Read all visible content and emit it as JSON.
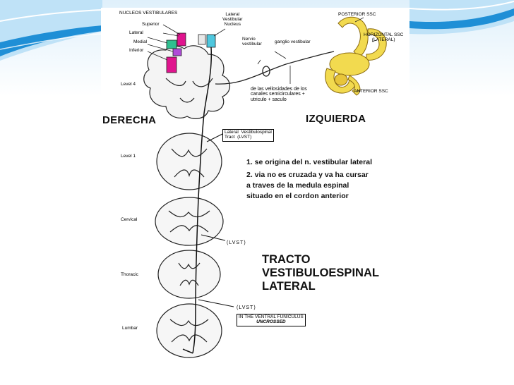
{
  "colors": {
    "slide_accent": "#1f8fd6",
    "slide_accent_light": "#a9d6f2",
    "ear_yellow": "#f2da4f",
    "nucleus_magenta": "#e0148e",
    "nucleus_green": "#2fbf8f",
    "nucleus_cyan": "#4ec7de",
    "nucleus_violet": "#b04ad8"
  },
  "figure": {
    "nuclei_title": "NUCLEOS VESTIBULARES",
    "nuclei_labels": [
      "Superior",
      "Lateral",
      "Medial",
      "Inferior"
    ],
    "lvn_label": "Lateral\nVestibular\nNucleus",
    "nerve_label": "Nervio\nvestibular",
    "ganglion_label": "ganglio vestibular",
    "posterior_ssc": "POSTERIOR SSC",
    "horizontal_ssc": "HORIZONTAL SSC\n(LATERAL)",
    "anterior_ssc": "ANTERIOR SSC",
    "afferent_note": "de las vellosidades de los\ncanales semicirculares +\nutriculo + saculo",
    "side_right": "DERECHA",
    "side_left": "IZQUIERDA",
    "level_labels": [
      "Level 4",
      "Level 1",
      "Cervical",
      "Thoracic",
      "Lumbar"
    ],
    "lvst_label": "Lateral  Vestibulospinal\nTract  (LVST)",
    "notes": [
      "1. se origina del n. vestibular lateral",
      "2. via no es cruzada y va ha cursar\na traves de la medula espinal\nsituado en el cordon anterior"
    ],
    "lvst_short_1": "(LVST)",
    "lvst_short_2": "(LVST)",
    "funiculus_label": "IN THE VENTRAL FUNICULUS",
    "uncrossed_label": "UNCROSSED",
    "tract_title": "TRACTO\nVESTIBULOESPINAL\nLATERAL"
  }
}
